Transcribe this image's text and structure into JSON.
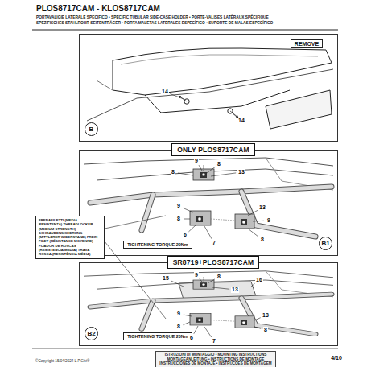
{
  "diagram": {
    "title": "PLOS8717CAM - KLOS8717CAM",
    "nodes": [
      {
        "text": [
          "B"
        ]
      },
      {
        "text": [
          "REMOVE"
        ],
        "in": 0
      },
      {
        "text": [
          "ONLY PLOS8717CAM"
        ]
      },
      {
        "text": [
          "B1"
        ]
      },
      {
        "text": [
          "TIGHTENING TORQUE 20Nm"
        ],
        "in": 3
      },
      {
        "text": [
          "FRENAFILETTI (MEDIA RESISTENZA) THREADLOCKER (MEDIUM STRENGTH) SCHRAUBENSICHERUNG (MITTLERER WIDERSTAND) FREIN FILET (RÉSISTANCE MOYENNE) FIJADOR DE ROSCAS (RESISTENCIA MEDIA) TRAVA ROSCA (RESISTÊNCIA MÉDIA)"
        ]
      },
      {
        "text": [
          "SR8719+PLOS8717CAM"
        ]
      },
      {
        "text": [
          "B2"
        ]
      },
      {
        "text": [
          "TIGHTENING TORQUE 20Nm"
        ],
        "in": 7
      },
      {
        "text": [
          "ISTRUZIONI DI MONTAGGIO • MOUNTING INSTRUCTIONS MONTAGEANLEITUNG • INSTRUCTIONS DE MONTAGE INSTRUCCIONES DE MONTAJE • INSTRUÇÕES DE MONTAGEM"
        ]
      }
    ],
    "labels": [
      "PORTAVALIGIE LATERALE SPECIFICO • SPECIFIC TUBULAR SIDE-CASE HOLDER • PORTE-VALISES LATÉRAUX SPÉCIFIQUE",
      "SPEZIFISCHES STAHLROHR-SEITENTRÄGER • PORTA MALETAS LATERALES ESPECÍFICO • SUPORTE DE MALAS ESPECÍFICO",
      "14",
      "14",
      "9",
      "8",
      "13",
      "8",
      "9",
      "8",
      "6",
      "7",
      "13",
      "9",
      "8",
      "15",
      "9",
      "16",
      "8",
      "13",
      "9",
      "8",
      "6",
      "13",
      "8",
      "7",
      "4/10",
      "©Copyright 15/04/2024 L.P.Givi®"
    ]
  }
}
